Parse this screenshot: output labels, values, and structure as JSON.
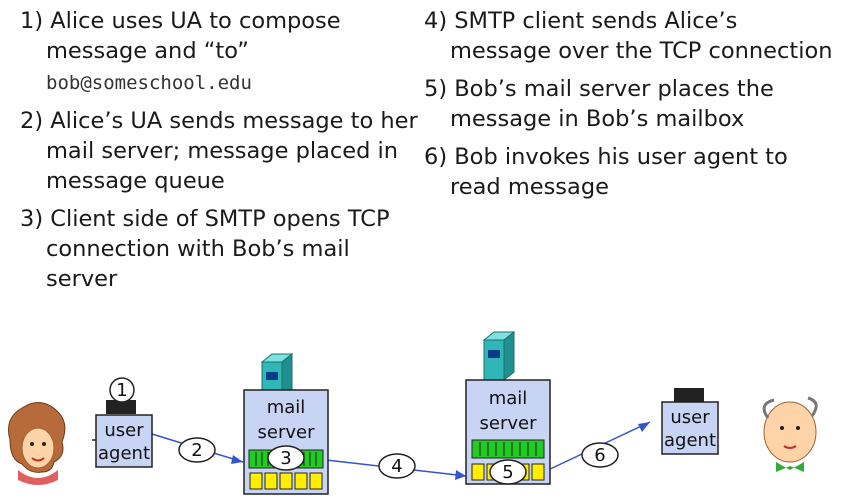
{
  "steps_left": [
    {
      "text": "1) Alice uses UA to compose message and “to”",
      "code": "bob@someschool.edu"
    },
    {
      "text": "2) Alice’s UA sends message to her mail server; message placed in message queue"
    },
    {
      "text": "3) Client side of SMTP opens TCP connection with Bob’s mail server"
    }
  ],
  "steps_right": [
    {
      "text": "4) SMTP client sends Alice’s message over the TCP connection"
    },
    {
      "text": "5) Bob’s mail server places the message in Bob’s mailbox"
    },
    {
      "text": "6) Bob invokes his user agent to read message"
    }
  ],
  "diagram": {
    "alice_ua": {
      "line1": "user",
      "line2": "agent"
    },
    "alice_server": {
      "line1": "mail",
      "line2": "server"
    },
    "bob_server": {
      "line1": "mail",
      "line2": "server"
    },
    "bob_ua": {
      "line1": "user",
      "line2": "agent"
    },
    "step_numbers": [
      "1",
      "2",
      "3",
      "4",
      "5",
      "6"
    ]
  },
  "colors": {
    "box_fill": "#c8d4f4",
    "queue_green": "#22cc22",
    "mailbox_yellow": "#ffee00",
    "server_tower": "#2fb6b6",
    "link_line": "#3355cc"
  }
}
